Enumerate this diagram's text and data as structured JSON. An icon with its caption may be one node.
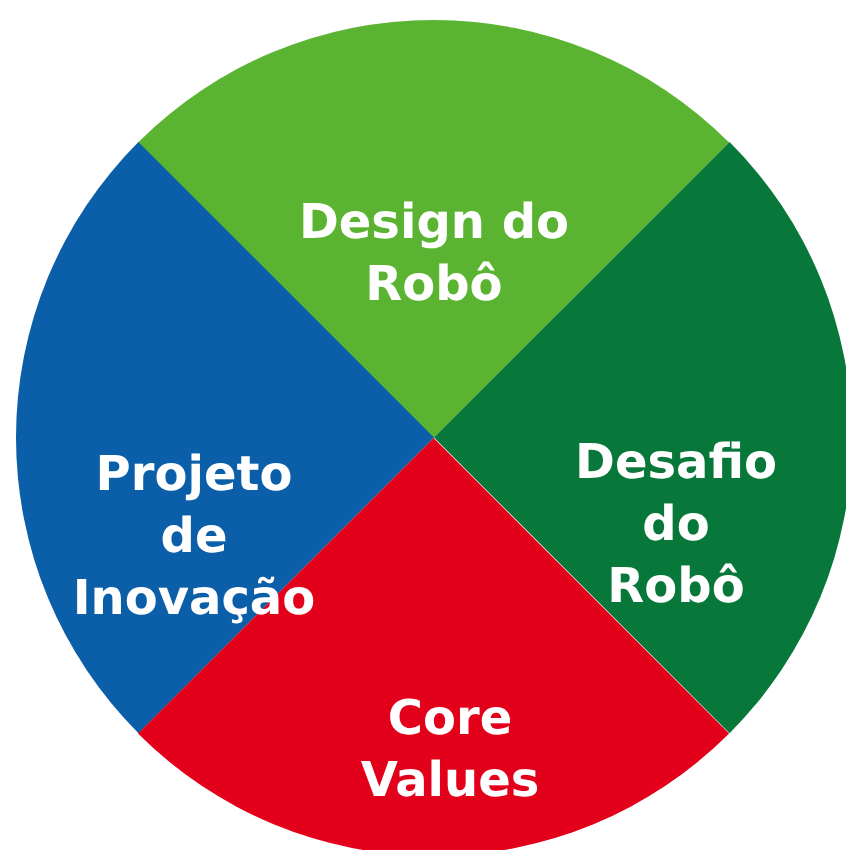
{
  "diagram": {
    "nodes": [
      {
        "text": [
          "Design do Robô"
        ]
      },
      {
        "text": [
          "Projeto de Inovação"
        ]
      },
      {
        "text": [
          "Desafio do Robô"
        ]
      },
      {
        "text": [
          "Core Values"
        ]
      }
    ]
  }
}
